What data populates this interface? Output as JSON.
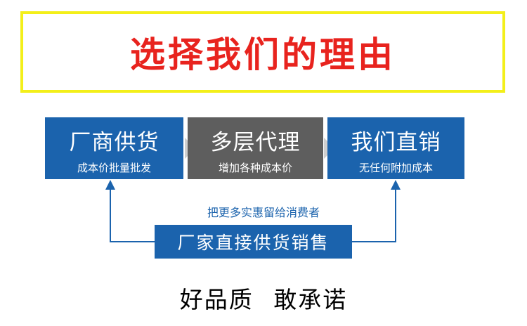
{
  "title": "选择我们的理由",
  "nodes": [
    {
      "main": "厂商供货",
      "sub": "成本价批量批发"
    },
    {
      "main": "多层代理",
      "sub": "增加各种成本价"
    },
    {
      "main": "我们直销",
      "sub": "无任何附加成本"
    }
  ],
  "note": "把更多实惠留给消费者",
  "bottom": "厂家直接供货销售",
  "slogan": [
    "好品质",
    "敢承诺"
  ],
  "colors": {
    "title_red": "#e8231e",
    "frame_yellow": "#f3ef1a",
    "node_blue": "#1b63ad",
    "node_gray": "#5e5e5e"
  }
}
